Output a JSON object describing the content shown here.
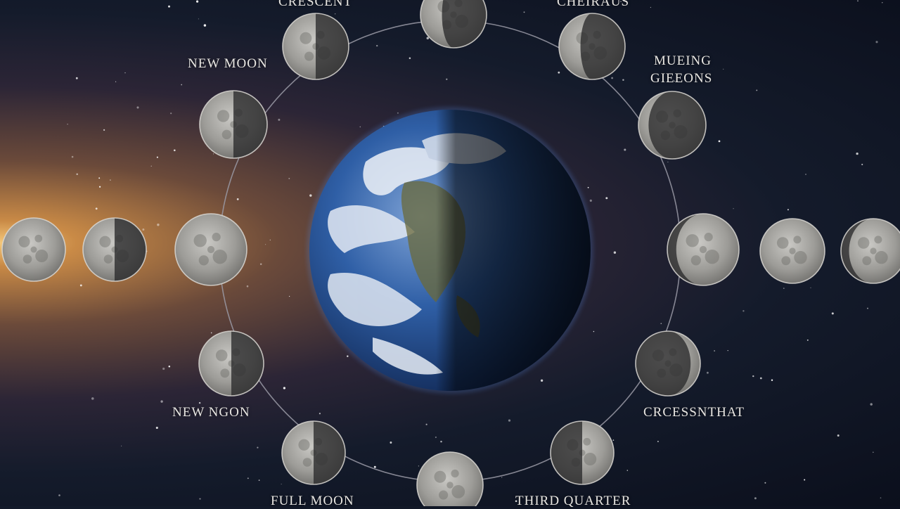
{
  "labels": {
    "top_left": "CRESCENT",
    "top_right": "CHEIRAUS",
    "upper_left": "NEW MOON",
    "upper_right_1": "MUEING",
    "upper_right_2": "GIEEONS",
    "lower_left": "NEW NGON",
    "lower_right": "CRCESSNTHAT",
    "bottom_left": "FULL MOON",
    "bottom_right": "THIRD QUARTER"
  },
  "moon_phases": [
    {
      "name": "top-left-moon",
      "lit": "left-half"
    },
    {
      "name": "top-moon",
      "lit": "left-third"
    },
    {
      "name": "top-right-moon",
      "lit": "left-third"
    },
    {
      "name": "upper-left-moon",
      "lit": "left-half"
    },
    {
      "name": "upper-right-moon",
      "lit": "left-quarter"
    },
    {
      "name": "left-moon",
      "lit": "full"
    },
    {
      "name": "right-moon",
      "lit": "crescent"
    },
    {
      "name": "lower-left-moon",
      "lit": "left-half"
    },
    {
      "name": "lower-right-moon",
      "lit": "right-quarter"
    },
    {
      "name": "bottom-left-moon",
      "lit": "left-half"
    },
    {
      "name": "bottom-moon",
      "lit": "full"
    },
    {
      "name": "bottom-right-moon",
      "lit": "right-half"
    },
    {
      "name": "outer-left-moon-1",
      "lit": "full"
    },
    {
      "name": "outer-left-moon-2",
      "lit": "left-half"
    },
    {
      "name": "outer-right-moon-1",
      "lit": "full"
    },
    {
      "name": "outer-right-moon-2",
      "lit": "crescent"
    }
  ],
  "colors": {
    "orbit": "#9a9aa6",
    "earth_ocean": "#2f5fa6",
    "earth_cloud": "#eef2f8",
    "sun_glow": "#f4c77a"
  }
}
